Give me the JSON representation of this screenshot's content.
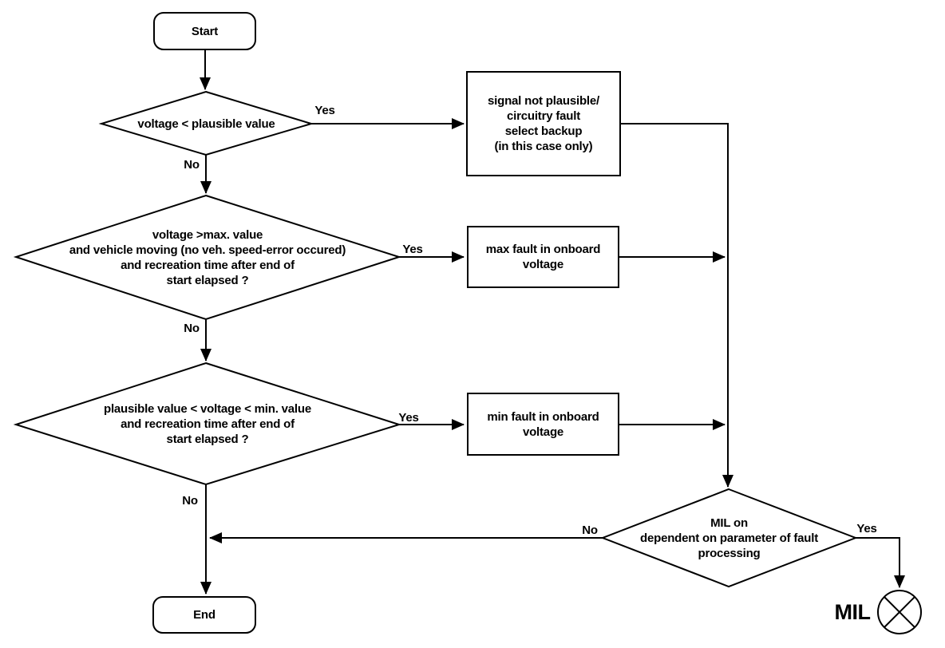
{
  "labels": {
    "yes": "Yes",
    "no": "No"
  },
  "nodes": {
    "start": "Start",
    "decision_plausible": "voltage < plausible value",
    "process_backup": "signal not plausible/\ncircuitry fault\nselect backup\n(in this case only)",
    "decision_max": "voltage >max. value\nand vehicle moving (no veh. speed-error occured)\nand recreation time after end of\nstart elapsed ?",
    "process_max": "max fault in onboard\nvoltage",
    "decision_min": "plausible value < voltage < min. value\nand recreation time after end of\nstart elapsed ?",
    "process_min": "min fault in onboard\nvoltage",
    "decision_mil": "MIL on\ndependent on parameter of fault\nprocessing",
    "end": "End",
    "mil_indicator": "MIL"
  },
  "colors": {
    "background": "#ffffff",
    "line": "#000000",
    "shape_fill": "#ffffff"
  }
}
